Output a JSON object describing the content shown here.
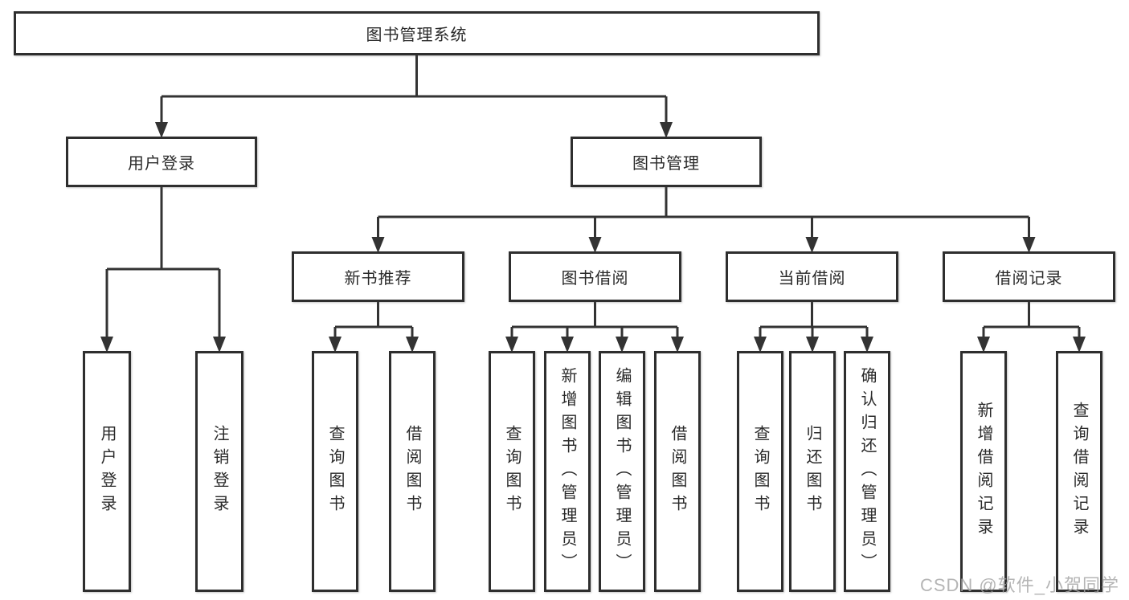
{
  "diagram": {
    "root": {
      "label": "图书管理系统"
    },
    "level2": [
      {
        "id": "user-login",
        "label": "用户登录"
      },
      {
        "id": "book-management",
        "label": "图书管理"
      }
    ],
    "level3": [
      {
        "id": "new-book-recommend",
        "label": "新书推荐"
      },
      {
        "id": "book-borrow",
        "label": "图书借阅"
      },
      {
        "id": "current-borrow",
        "label": "当前借阅"
      },
      {
        "id": "borrow-record",
        "label": "借阅记录"
      }
    ],
    "leaves": {
      "user_login": [
        "用户登录",
        "注销登录"
      ],
      "new_book_recommend": [
        "查询图书",
        "借阅图书"
      ],
      "book_borrow": [
        "查询图书",
        "新增图书（管理员）",
        "编辑图书（管理员）",
        "借阅图书"
      ],
      "current_borrow": [
        "查询图书",
        "归还图书",
        "确认归还（管理员）"
      ],
      "borrow_record": [
        "新增借阅记录",
        "查询借阅记录"
      ]
    }
  },
  "watermark": {
    "text": "CSDN @软件_小贺同学"
  },
  "colors": {
    "line": "#333333",
    "border": "#2e2e2e",
    "text": "#2a2a2a",
    "watermark": "#a5a5a5",
    "background": "#ffffff"
  }
}
